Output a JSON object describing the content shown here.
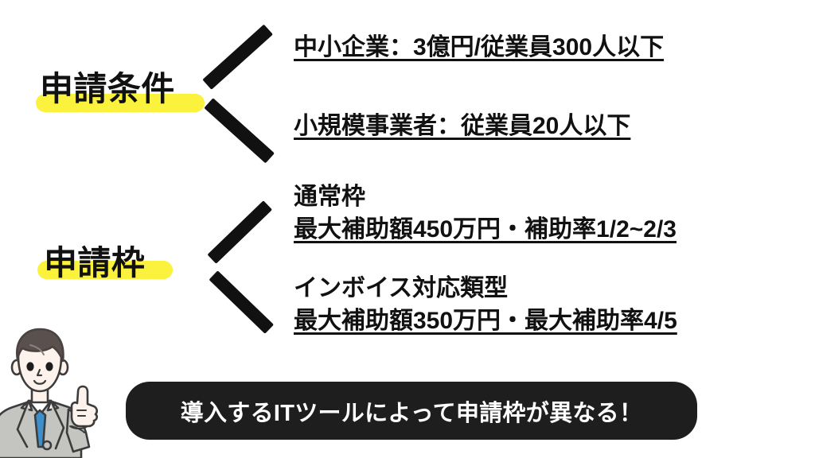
{
  "slide": {
    "background_color": "#ffffff",
    "marker_color": "#faf23c",
    "ink_color": "#111111",
    "banner_color": "#1e1e1e"
  },
  "sections": [
    {
      "label": "申請条件",
      "bracket_icon": "angle-bracket-left-icon",
      "items": [
        {
          "lines": [
            {
              "text": "中小企業：3億円/従業員300人以下",
              "underline": true
            }
          ]
        },
        {
          "lines": [
            {
              "text": "小規模事業者：従業員20人以下",
              "underline": true
            }
          ]
        }
      ]
    },
    {
      "label": "申請枠",
      "bracket_icon": "angle-bracket-left-icon",
      "items": [
        {
          "lines": [
            {
              "text": "通常枠",
              "underline": false
            },
            {
              "text": "最大補助額450万円・補助率1/2~2/3",
              "underline": true
            }
          ]
        },
        {
          "lines": [
            {
              "text": "インボイス対応類型",
              "underline": false
            },
            {
              "text": "最大補助額350万円・最大補助率4/5",
              "underline": true
            }
          ]
        }
      ]
    }
  ],
  "items_flat": {
    "sme": "中小企業：3億円/従業員300人以下",
    "small_business": "小規模事業者：従業員20人以下",
    "normal_frame_title": "通常枠",
    "normal_frame_detail": "最大補助額450万円・補助率1/2~2/3",
    "invoice_frame_title": "インボイス対応類型",
    "invoice_frame_detail": "最大補助額350万円・最大補助率4/5"
  },
  "banner": {
    "text": "導入するITツールによって申請枠が異なる！",
    "background_color": "#1e1e1e",
    "text_color": "#ffffff"
  },
  "character": {
    "name": "businessman-pointing-up-illustration",
    "hair_color": "#5a504e",
    "skin_color": "#fdf3ec",
    "suit_color": "#c4c4c0",
    "tie_color": "#3d8ecb",
    "shirt_color": "#ffffff",
    "outline_color": "#3c3c3c"
  }
}
